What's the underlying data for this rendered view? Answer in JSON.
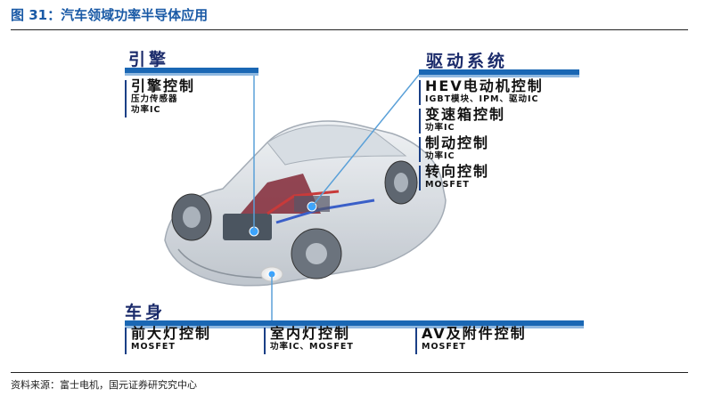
{
  "figure": {
    "title": "图 31：汽车领域功率半导体应用"
  },
  "source": "资料来源：富士电机，国元证券研究究中心",
  "sections": {
    "engine": "引擎",
    "drive": "驱动系统",
    "body": "车身"
  },
  "engine_items": [
    {
      "head": "引擎控制",
      "subs": [
        "压力传感器",
        "功率IC"
      ]
    }
  ],
  "drive_items": [
    {
      "head": "HEV电动机控制",
      "subs": [
        "IGBT模块、IPM、驱动IC"
      ]
    },
    {
      "head": "变速箱控制",
      "subs": [
        "功率IC"
      ]
    },
    {
      "head": "制动控制",
      "subs": [
        "功率IC"
      ]
    },
    {
      "head": "转向控制",
      "subs": [
        "MOSFET"
      ]
    }
  ],
  "body_items": [
    {
      "head": "前大灯控制",
      "subs": [
        "MOSFET"
      ]
    },
    {
      "head": "室内灯控制",
      "subs": [
        "功率IC、MOSFET"
      ]
    },
    {
      "head": "AV及附件控制",
      "subs": [
        "MOSFET"
      ]
    }
  ],
  "colors": {
    "title_blue": "#1a5aa6",
    "band_blue": "#1a67b4",
    "pointer_blue": "#5aa0d8"
  }
}
